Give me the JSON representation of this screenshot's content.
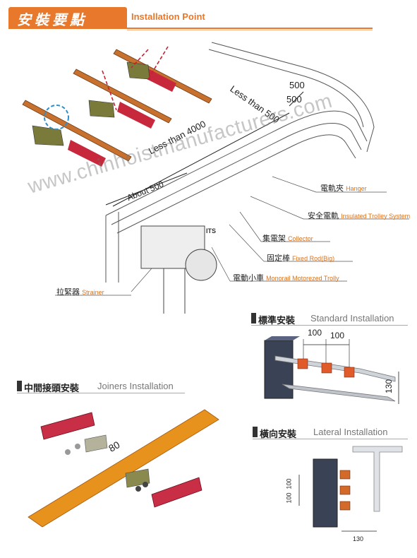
{
  "header": {
    "title_cn": "安裝要點",
    "title_en": "Installation Point"
  },
  "watermark": "www.chinhoistmanufacturers.com",
  "main_diagram": {
    "dimensions": {
      "less_than_4000": "Less than 4000",
      "about_500": "About 500",
      "less_than_500": "Less than 500",
      "d500_a": "500",
      "d500_b": "500"
    },
    "logo": "ITS",
    "callouts": {
      "hanger_cn": "電軌夾",
      "hanger_en": "Hanger",
      "trolley_cn": "安全電軌",
      "trolley_en": "Insulated Trolley System",
      "collector_cn": "集電架",
      "collector_en": "Collector",
      "fixed_rod_cn": "固定棒",
      "fixed_rod_en": "Fixed Rod(Big)",
      "monorail_cn": "電動小車",
      "monorail_en": "Monorail Motorezed Trolly",
      "strainer_cn": "拉緊器",
      "strainer_en": "Strainer"
    }
  },
  "standard_installation": {
    "title_cn": "標準安裝",
    "title_en": "Standard Installation",
    "dim_a": "100",
    "dim_b": "100",
    "dim_c": "130"
  },
  "joiners_installation": {
    "title_cn": "中間接頭安裝",
    "title_en": "Joiners Installation",
    "dim": "80"
  },
  "lateral_installation": {
    "title_cn": "橫向安裝",
    "title_en": "Lateral Installation",
    "dim_a": "100",
    "dim_b": "100",
    "dim_c": "130"
  },
  "colors": {
    "accent_orange": "#e8782c",
    "rail_copper": "#c8702e",
    "collector_red": "#c8283c",
    "bracket_olive": "#7a7a3a"
  }
}
